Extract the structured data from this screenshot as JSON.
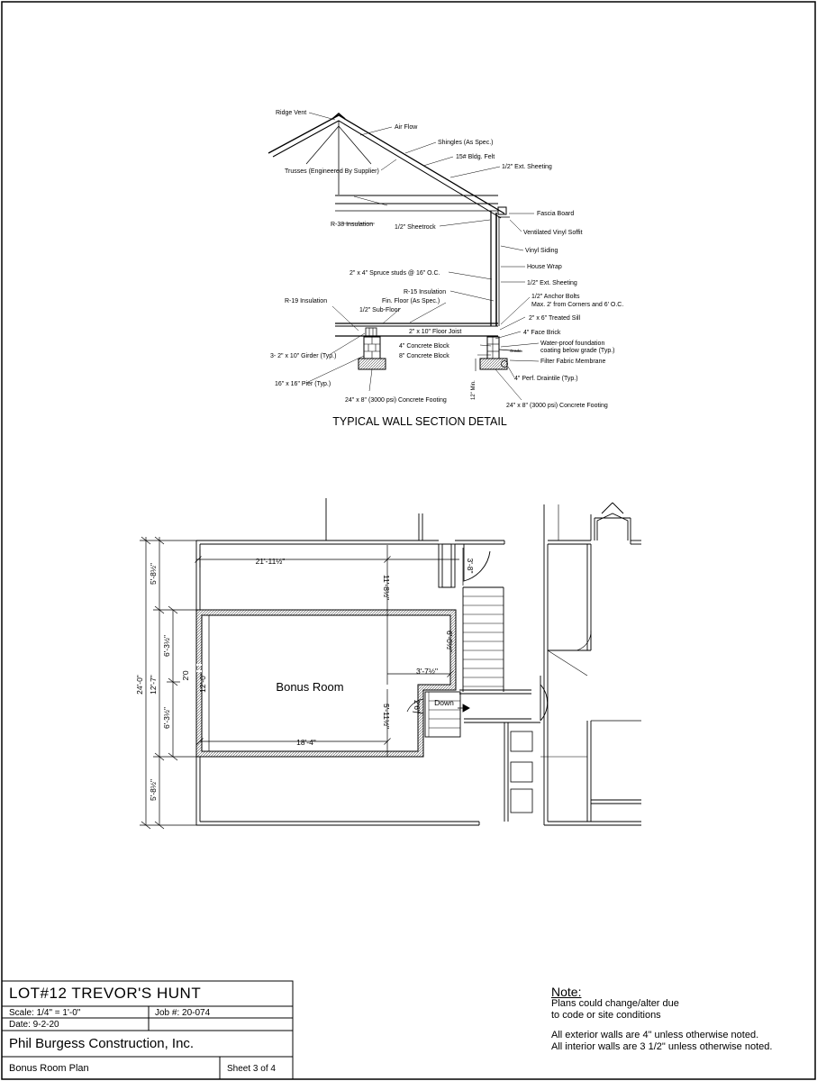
{
  "section_detail": {
    "title": "TYPICAL WALL SECTION DETAIL",
    "labels": {
      "ridge_vent": "Ridge Vent",
      "air_flow": "Air Flow",
      "shingles": "Shingles (As Spec.)",
      "felt": "15# Bldg. Felt",
      "ext_sheeting_roof": "1/2\" Ext. Sheeting",
      "trusses": "Trusses (Engineered By Supplier)",
      "fascia": "Fascia Board",
      "r38": "R-38 Insulation",
      "sheetrock": "1/2\" Sheetrock",
      "soffit": "Ventilated Vinyl Soffit",
      "siding": "Vinyl Siding",
      "studs": "2\" x 4\" Spruce studs @ 16\" O.C.",
      "house_wrap": "House Wrap",
      "r15": "R-15 Insulation",
      "ext_sheeting_wall": "1/2\" Ext. Sheeting",
      "r19": "R-19 Insulation",
      "fin_floor": "Fin. Floor (As Spec.)",
      "anchor_bolts_1": "1/2\" Anchor Bolts",
      "anchor_bolts_2": "Max. 2' from Corners and 6' O.C.",
      "subfloor": "1/2\" Sub-Floor",
      "sill": "2\" x 6\" Treated Sill",
      "floor_joist": "2\" x 10\" Floor Joist",
      "face_brick": "4\" Face Brick",
      "concrete_block_4": "4\" Concrete Block",
      "waterproof_1": "Water-proof foundation",
      "waterproof_2": "coating below grade (Typ.)",
      "grade": "Grade",
      "girder": "3- 2\" x 10\" Girder (Typ.)",
      "concrete_block_8": "8\" Concrete Block",
      "filter_fabric": "Filter Fabric Membrane",
      "pier": "16\" x 16\" Pier (Typ.)",
      "drain_tile": "4\" Perf. Draintile (Typ.)",
      "min_depth": "12\" Min.",
      "footing_left": "24\" x 8\" (3000 psi) Concrete Footing",
      "footing_right": "24\" x 8\" (3000 psi) Concrete Footing"
    }
  },
  "plan": {
    "room_name": "Bonus Room",
    "stair_label": "Down",
    "dims": {
      "overall_width": "21'-11½\"",
      "inner_width": "18'-4\"",
      "stair_notch": "3'-7½\"",
      "stair_top": "3'-8\"",
      "height_top": "11'-8½\"",
      "height_lower": "5'-11½\"",
      "stair_width": "2'6\"",
      "right_seg": "6'-0½\"",
      "left_overall": "24'-0\"",
      "left_middle": "12'-7\"",
      "left_top": "5'-8½\"",
      "left_bottom": "5'-8½\"",
      "left_a": "6'-3½\"",
      "left_b": "6'-3½\"",
      "room_depth": "12'-0\"",
      "opening": "2'0"
    }
  },
  "title_block": {
    "project": "LOT#12 TREVOR'S HUNT",
    "scale": "Scale: 1/4\" = 1'-0\"",
    "job": "Job #: 20-074",
    "date": "Date: 9-2-20",
    "company": "Phil Burgess Construction, Inc.",
    "sheet_name": "Bonus Room Plan",
    "sheet_no": "Sheet 3 of 4"
  },
  "notes": {
    "heading": "Note:",
    "line1": "Plans could change/alter due",
    "line2": "to code or site conditions",
    "line3": "All exterior walls are 4\" unless otherwise noted.",
    "line4": "All interior walls are 3 1/2\" unless otherwise noted."
  }
}
